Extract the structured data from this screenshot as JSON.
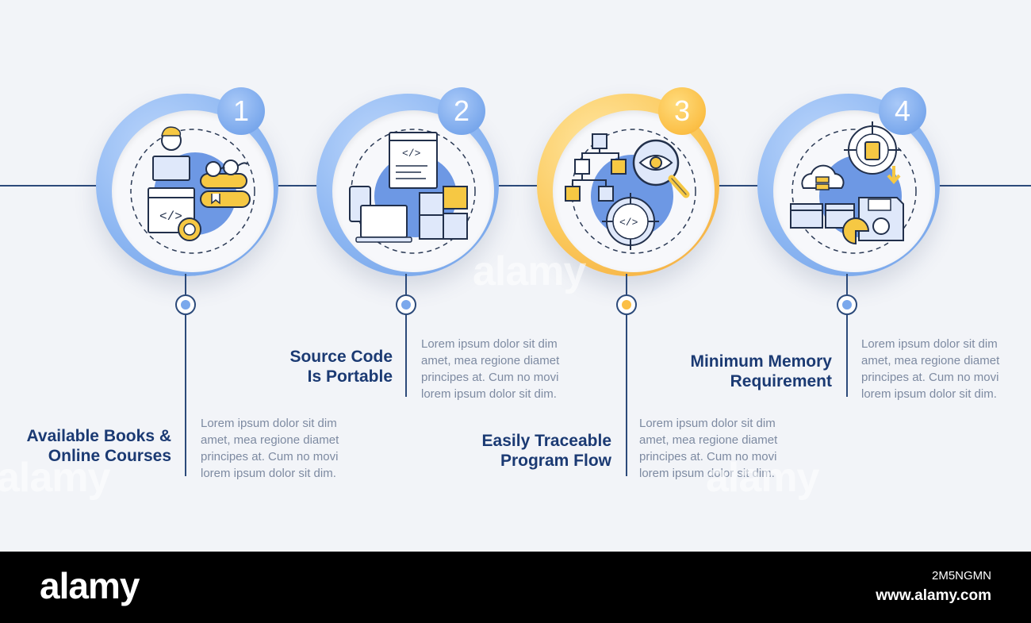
{
  "steps": [
    {
      "number": "1",
      "title_line1": "Available Books &",
      "title_line2": "Online Courses",
      "desc": [
        "Lorem ipsum dolor sit dim",
        "amet, mea regione diamet",
        "principes at. Cum no movi",
        "lorem ipsum dolor sit dim."
      ]
    },
    {
      "number": "2",
      "title_line1": "Source Code",
      "title_line2": "Is Portable",
      "desc": [
        "Lorem ipsum dolor sit dim",
        "amet, mea regione diamet",
        "principes at. Cum no movi",
        "lorem ipsum dolor sit dim."
      ]
    },
    {
      "number": "3",
      "title_line1": "Easily Traceable",
      "title_line2": "Program Flow",
      "desc": [
        "Lorem ipsum dolor sit dim",
        "amet, mea regione diamet",
        "principes at. Cum no movi",
        "lorem ipsum dolor sit dim."
      ]
    },
    {
      "number": "4",
      "title_line1": "Minimum Memory",
      "title_line2": "Requirement",
      "desc": [
        "Lorem ipsum dolor sit dim",
        "amet, mea regione diamet",
        "principes at. Cum no movi",
        "lorem ipsum dolor sit dim."
      ]
    }
  ],
  "icons": [
    "developer-books-icon",
    "portable-code-icon",
    "traceable-flow-icon",
    "memory-requirement-icon"
  ],
  "colors": {
    "navy": "#1b3a73",
    "line": "#2c4a7a",
    "blue": "#7aa8ec",
    "orange": "#fbbf46",
    "text": "#7d8aa1"
  },
  "footer": {
    "logo": "alamy",
    "code": "2M5NGMN",
    "site": "www.alamy.com"
  },
  "watermark": "alamy"
}
